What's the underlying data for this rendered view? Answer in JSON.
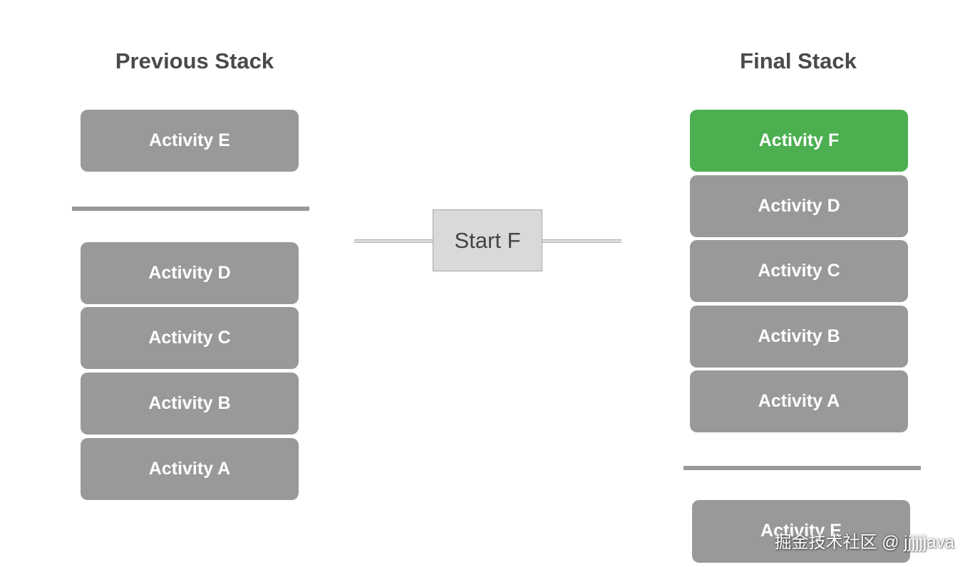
{
  "previous_stack": {
    "title": "Previous Stack",
    "above_divider": [
      "Activity E"
    ],
    "below_divider": [
      "Activity D",
      "Activity C",
      "Activity B",
      "Activity A"
    ]
  },
  "transition": {
    "label": "Start F"
  },
  "final_stack": {
    "title": "Final Stack",
    "above_divider": [
      "Activity F",
      "Activity D",
      "Activity C",
      "Activity B",
      "Activity A"
    ],
    "below_divider": [
      "Activity E"
    ],
    "new_activity": "Activity F"
  },
  "colors": {
    "activity_box": "#999999",
    "new_activity_box": "#4caf50",
    "heading_text": "#4a4a4a",
    "start_box": "#d9d9d9"
  },
  "watermark": "掘金技术社区 @ jjjjjjava"
}
